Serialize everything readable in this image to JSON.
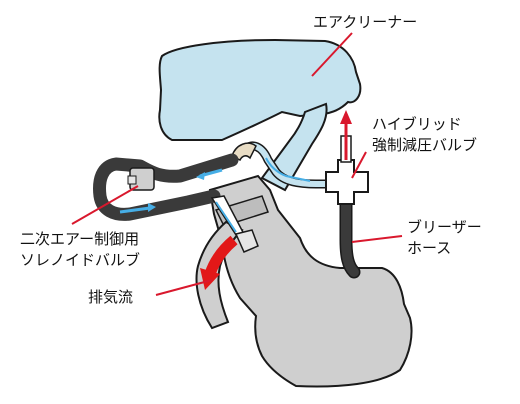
{
  "labels": {
    "air_cleaner": "エアクリーナー",
    "hybrid_valve_line1": "ハイブリッド",
    "hybrid_valve_line2": "強制減圧バルブ",
    "breather_hose_line1": "ブリーザー",
    "breather_hose_line2": "ホース",
    "solenoid_valve_line1": "二次エアー制御用",
    "solenoid_valve_line2": "ソレノイドバルブ",
    "exhaust_flow": "排気流"
  },
  "colors": {
    "air_cleaner_fill": "#c5e3ef",
    "engine_fill": "#cfcfcf",
    "hose_fill": "#3a3a3a",
    "flow_arrow": "#46aee6",
    "leader_line": "#d9182d",
    "exhaust_arrow": "#e21818",
    "outline": "#1a1a1a"
  }
}
